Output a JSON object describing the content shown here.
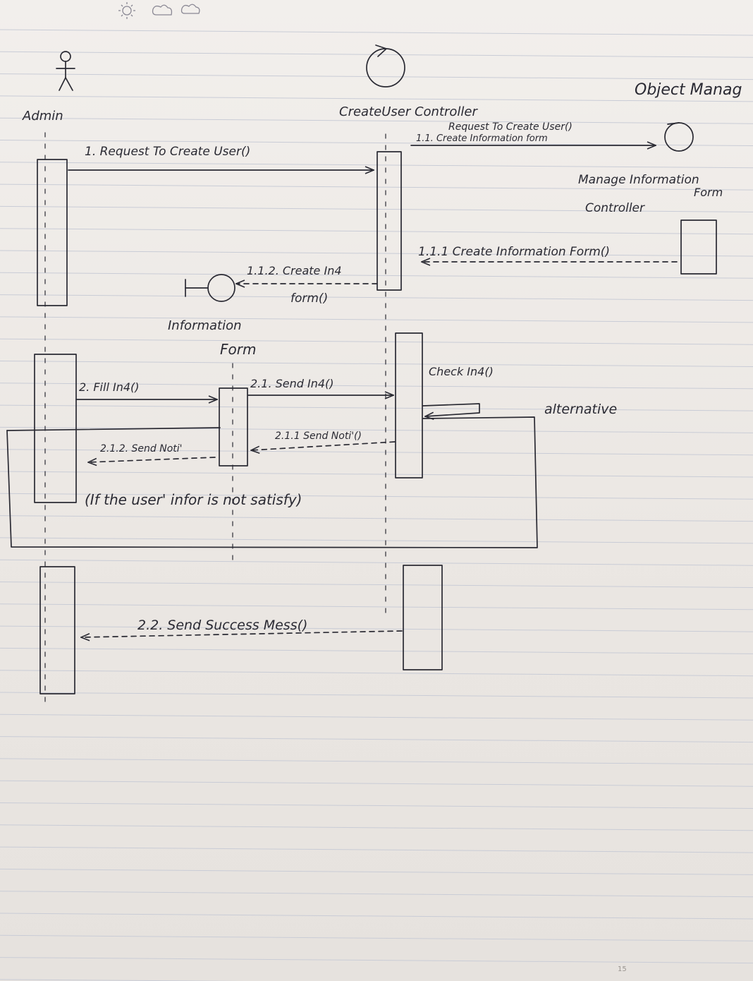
{
  "header": {
    "weather_icons": [
      "sun-icon",
      "cloud-icon",
      "cloud-icon"
    ]
  },
  "participants": {
    "admin": {
      "label": "Admin",
      "kind": "actor"
    },
    "create_user_controller": {
      "label": "CreateUser Controller",
      "kind": "control"
    },
    "object_manager_heading": "Object Manag",
    "manage_information_controller": {
      "label_line1": "Manage Information",
      "label_line2": "Form",
      "label_line3": "Controller",
      "kind": "control"
    },
    "information_form": {
      "label_line1": "Information",
      "label_line2": "Form",
      "kind": "boundary"
    }
  },
  "messages": {
    "m1": "1. Request To Create User()",
    "m1_1_line1": "Request To Create User()",
    "m1_1_line2": "1.1. Create Information form",
    "m1_1_1": "1.1.1 Create Information Form()",
    "m1_1_2_line1": "1.1.2. Create In4",
    "m1_1_2_line2": "form()",
    "m2": "2. Fill In4()",
    "m2_1": "2.1. Send In4()",
    "check": "Check In4()",
    "m2_1_1": "2.1.1 Send Noti'()",
    "m2_1_2": "2.1.2. Send Noti'",
    "m2_2": "2.2. Send Success Mess()"
  },
  "fragment": {
    "operator": "alternative",
    "guard": "(If the user' infor is not satisfy)"
  },
  "footer": {
    "page_number": "15"
  },
  "colors": {
    "ink": "#2a2a33",
    "paper": "#efebe7",
    "rule_line": "#c9ccd6",
    "margin_line": "#d9c6c9"
  }
}
